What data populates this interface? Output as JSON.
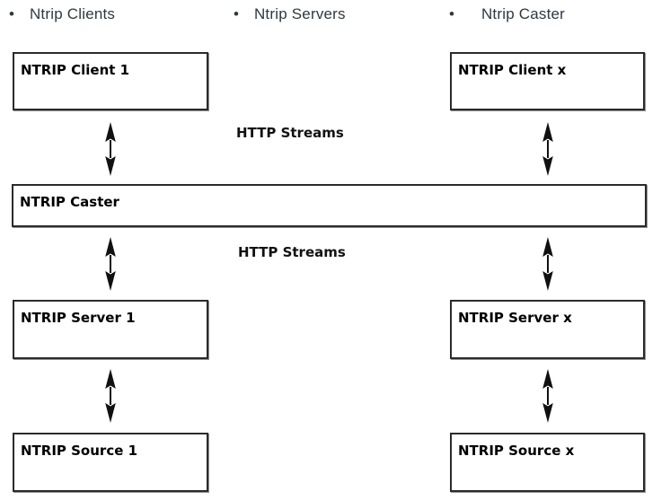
{
  "legend": {
    "bullet_glyph": "•",
    "items": [
      {
        "label": "Ntrip Clients"
      },
      {
        "label": "Ntrip Servers"
      },
      {
        "label": "Ntrip Caster"
      }
    ]
  },
  "nodes": [
    {
      "id": "ntrip-client-1",
      "label": "NTRIP Client 1"
    },
    {
      "id": "ntrip-client-x",
      "label": "NTRIP Client x"
    },
    {
      "id": "ntrip-caster",
      "label": "NTRIP Caster"
    },
    {
      "id": "ntrip-server-1",
      "label": "NTRIP Server 1"
    },
    {
      "id": "ntrip-server-x",
      "label": "NTRIP Server x"
    },
    {
      "id": "ntrip-source-1",
      "label": "NTRIP Source 1"
    },
    {
      "id": "ntrip-source-x",
      "label": "NTRIP Source x"
    }
  ],
  "flow_labels": [
    {
      "text": "HTTP Streams"
    },
    {
      "text": "HTTP Streams"
    }
  ],
  "colors": {
    "background": "#ffffff",
    "box_border": "#2b2b2b",
    "box_shadow": "#8f8f8f",
    "box_text": "#000000",
    "legend_text": "#2e3940",
    "arrow": "#111111"
  }
}
